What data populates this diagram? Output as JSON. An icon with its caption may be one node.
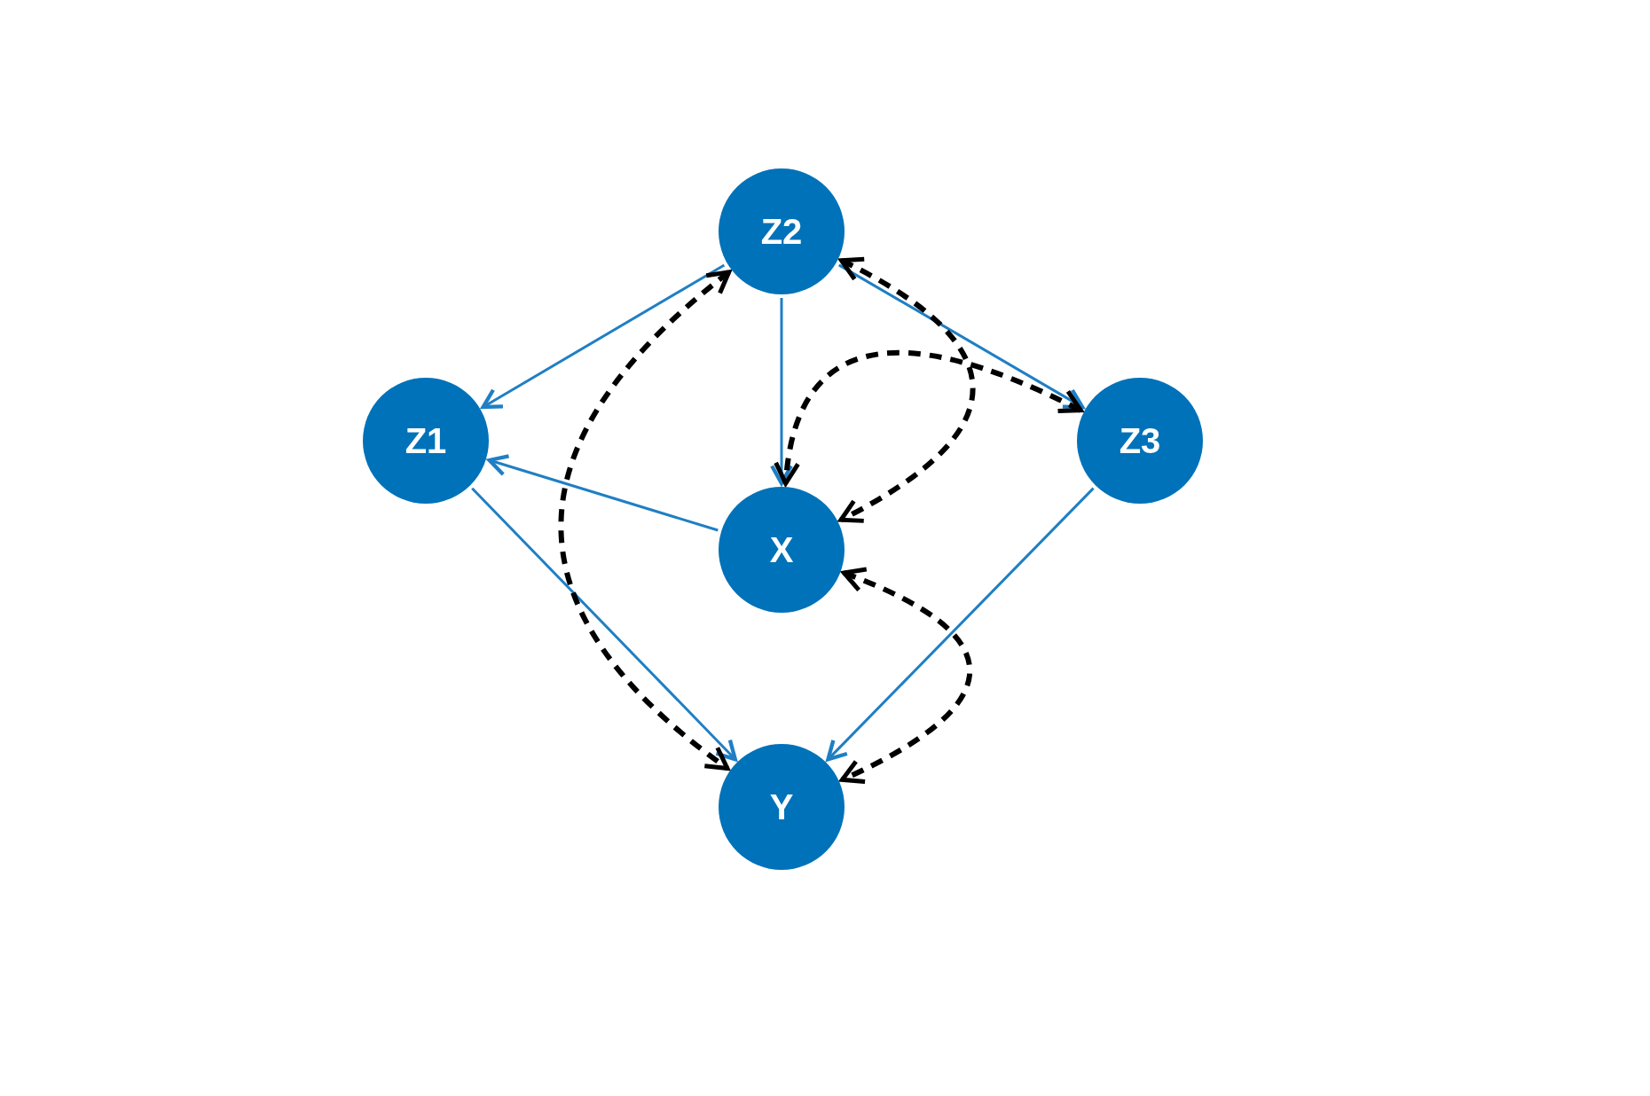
{
  "diagram": {
    "nodes": [
      {
        "text": [
          "Z2"
        ]
      },
      {
        "text": [
          "Z1"
        ]
      },
      {
        "text": [
          "Z3"
        ]
      },
      {
        "text": [
          "X"
        ]
      },
      {
        "text": [
          "Y"
        ]
      }
    ],
    "edges": [
      {
        "from": 0,
        "to": 1,
        "arrow": "to"
      },
      {
        "from": 0,
        "to": 3,
        "arrow": "to"
      },
      {
        "from": 0,
        "to": 2,
        "arrow": "to"
      },
      {
        "from": 3,
        "to": 1,
        "arrow": "to"
      },
      {
        "from": 1,
        "to": 4,
        "arrow": "to"
      },
      {
        "from": 2,
        "to": 4,
        "arrow": "to"
      },
      {
        "from": 0,
        "to": 4,
        "arrow": "both",
        "style": "dashed",
        "color": "#000000"
      },
      {
        "from": 0,
        "to": 3,
        "arrow": "both",
        "style": "dashed",
        "color": "#000000"
      },
      {
        "from": 2,
        "to": 3,
        "arrow": "both",
        "style": "dashed",
        "color": "#000000"
      },
      {
        "from": 3,
        "to": 4,
        "arrow": "both",
        "style": "dashed",
        "color": "#000000"
      }
    ]
  }
}
